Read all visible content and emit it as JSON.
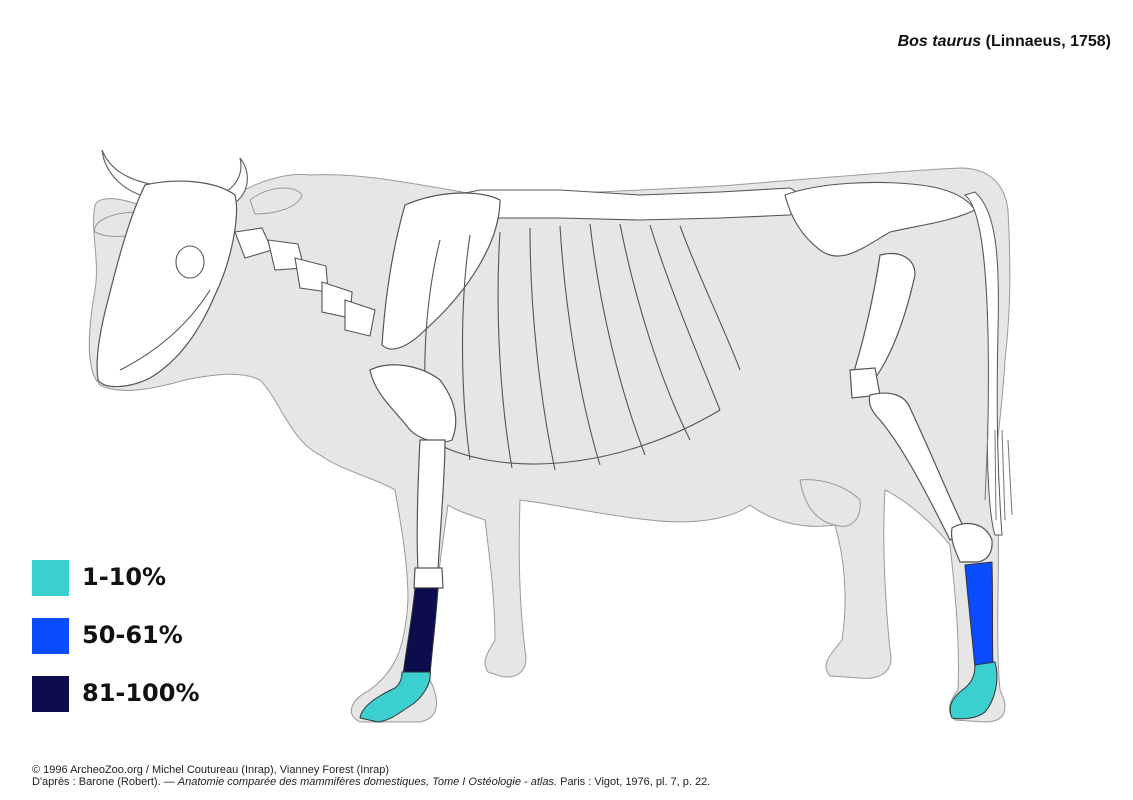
{
  "title": {
    "species": "Bos taurus",
    "authority": "(Linnaeus, 1758)"
  },
  "legend": [
    {
      "label": "1-10%",
      "color": "#3bcfcf"
    },
    {
      "label": "50-61%",
      "color": "#0a4cff"
    },
    {
      "label": "81-100%",
      "color": "#0b0d4d"
    }
  ],
  "highlighted_bones": {
    "forelimb_metacarpal": "81-100%",
    "forelimb_phalanges": "1-10%",
    "hindlimb_metatarsal": "50-61%",
    "hindlimb_phalanges": "1-10%"
  },
  "colors": {
    "silhouette": "#e6e6e6",
    "bone": "#ffffff",
    "outline": "#8a8a8a"
  },
  "credits": {
    "line1": "© 1996 ArcheoZoo.org / Michel Coutureau (Inrap), Vianney Forest (Inrap)",
    "line2_prefix": "D'après : Barone (Robert). — ",
    "line2_italic": "Anatomie comparée des mammifères domestiques, Tome I Ostéologie - atlas.",
    "line2_suffix": " Paris : Vigot, 1976, pl. 7, p. 22."
  }
}
